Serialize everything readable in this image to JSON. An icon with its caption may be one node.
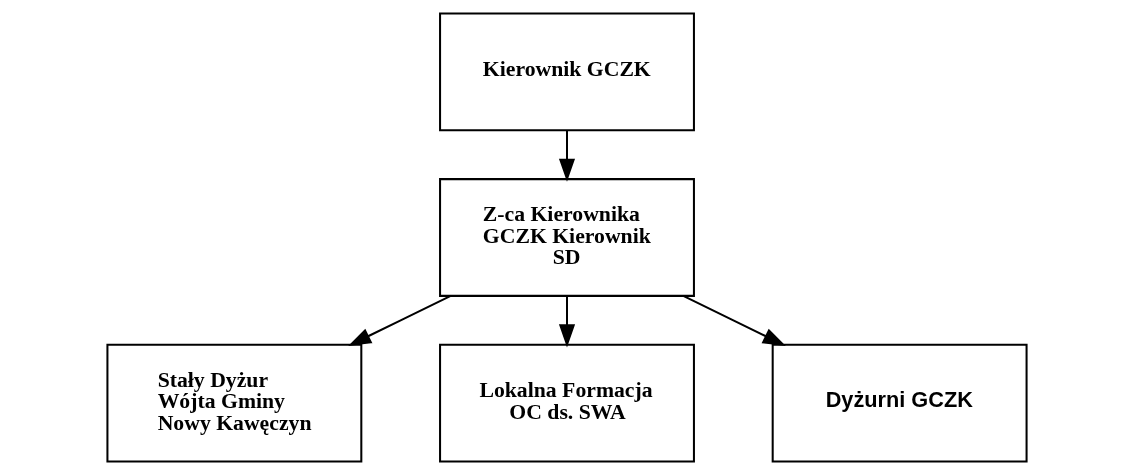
{
  "diagram": {
    "nodes": [
      {
        "text": [
          "Kierownik GCZK"
        ]
      },
      {
        "text": [
          "Z-ca Kierownika GCZK Kierownik SD"
        ]
      },
      {
        "text": [
          "Stały Dyżur Wójta Gminy Nowy Kawęczyn"
        ]
      },
      {
        "text": [
          "Lokalna Formacja OC ds. SWA"
        ]
      },
      {
        "text": [
          "Dyżurni GCZK"
        ]
      }
    ],
    "edges": [
      {
        "from": 0,
        "to": 1,
        "arrow": "to"
      },
      {
        "from": 1,
        "to": 2,
        "arrow": "to"
      },
      {
        "from": 1,
        "to": 3,
        "arrow": "to"
      },
      {
        "from": 1,
        "to": 4,
        "arrow": "to"
      }
    ]
  }
}
